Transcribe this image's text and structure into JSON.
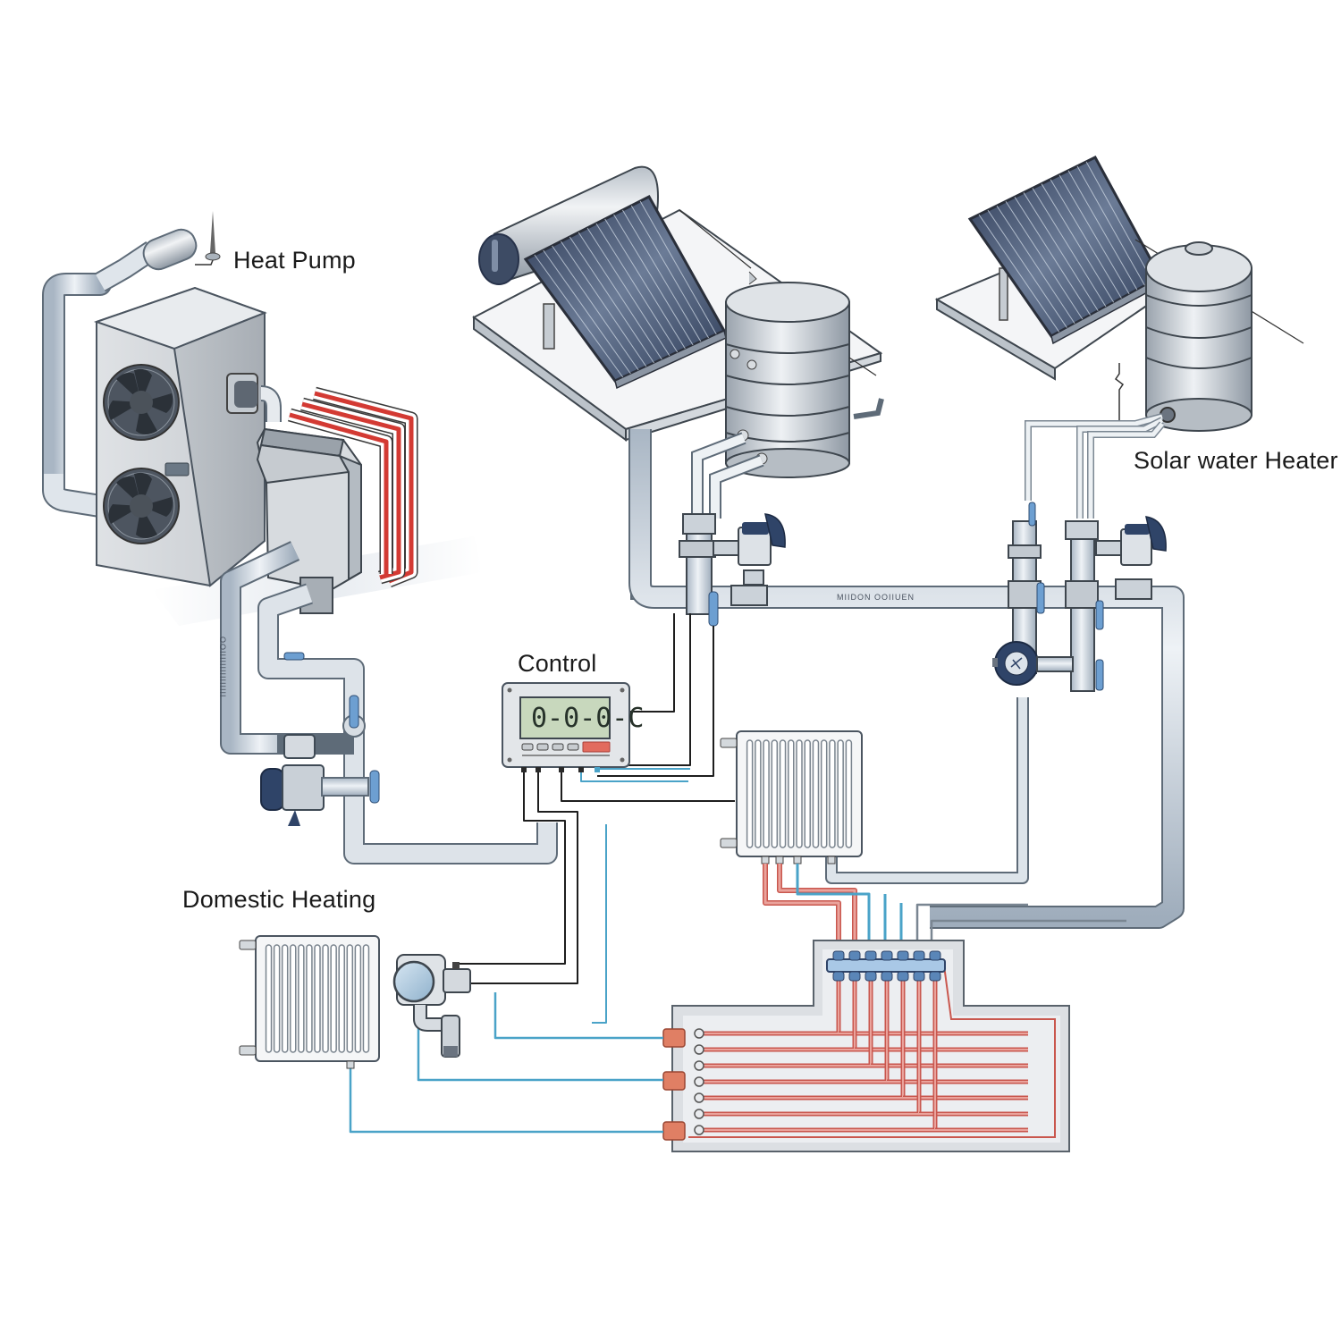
{
  "diagram": {
    "title": "Hybrid heating system: heat pump, solar water heaters, control unit and domestic / underfloor heating",
    "labels": {
      "heat_pump": "Heat Pump",
      "solar_water_heater": "Solar water Heater",
      "control": "Control",
      "domestic_heating": "Domestic Heating"
    },
    "control_unit": {
      "display_reading": "0-0-0-C",
      "buttons": [
        "button-1",
        "button-2",
        "button-3",
        "button-4"
      ],
      "indicator": "alarm-indicator"
    },
    "pipe_annotations": {
      "main_return_pipe": "MIIDON OOIIUEN",
      "heat_pump_riser": "OOIIIIIIIIIIIIIII"
    },
    "components": [
      {
        "id": "heat-pump-unit",
        "name": "Heat pump outdoor unit",
        "fans": 2
      },
      {
        "id": "heat-exchanger",
        "name": "Heat exchanger with red heating coils"
      },
      {
        "id": "solar-collector-1",
        "name": "Solar thermal collector with horizontal tank"
      },
      {
        "id": "storage-tank-1",
        "name": "Vertical storage tank (solar station 1)"
      },
      {
        "id": "solar-collector-2",
        "name": "Solar thermal collector"
      },
      {
        "id": "storage-tank-2",
        "name": "Vertical storage tank (solar station 2)"
      },
      {
        "id": "control-unit",
        "name": "Controller"
      },
      {
        "id": "radiator-right",
        "name": "Panel radiator"
      },
      {
        "id": "radiator-left",
        "name": "Panel radiator (domestic)"
      },
      {
        "id": "circulation-pump",
        "name": "Circulation pump"
      },
      {
        "id": "manifold",
        "name": "Underfloor heating manifold",
        "ports": 7
      },
      {
        "id": "underfloor-loops",
        "name": "Underfloor heating loops",
        "loops": 7
      }
    ],
    "colors": {
      "pipe_fill": "#cfd8e2",
      "pipe_stroke": "#5e6b78",
      "hot_line": "#d9534f",
      "cold_line": "#4aa3c8",
      "signal_wire": "#1e1e1e",
      "pump_body": "#2f4468",
      "valve_handle": "#6d9fd1",
      "solar_panel": "#3a4a66",
      "lcd_bg": "#c8d8bd",
      "indicator_red": "#e26b5e",
      "floor_slab": "#dcdfe3"
    }
  }
}
